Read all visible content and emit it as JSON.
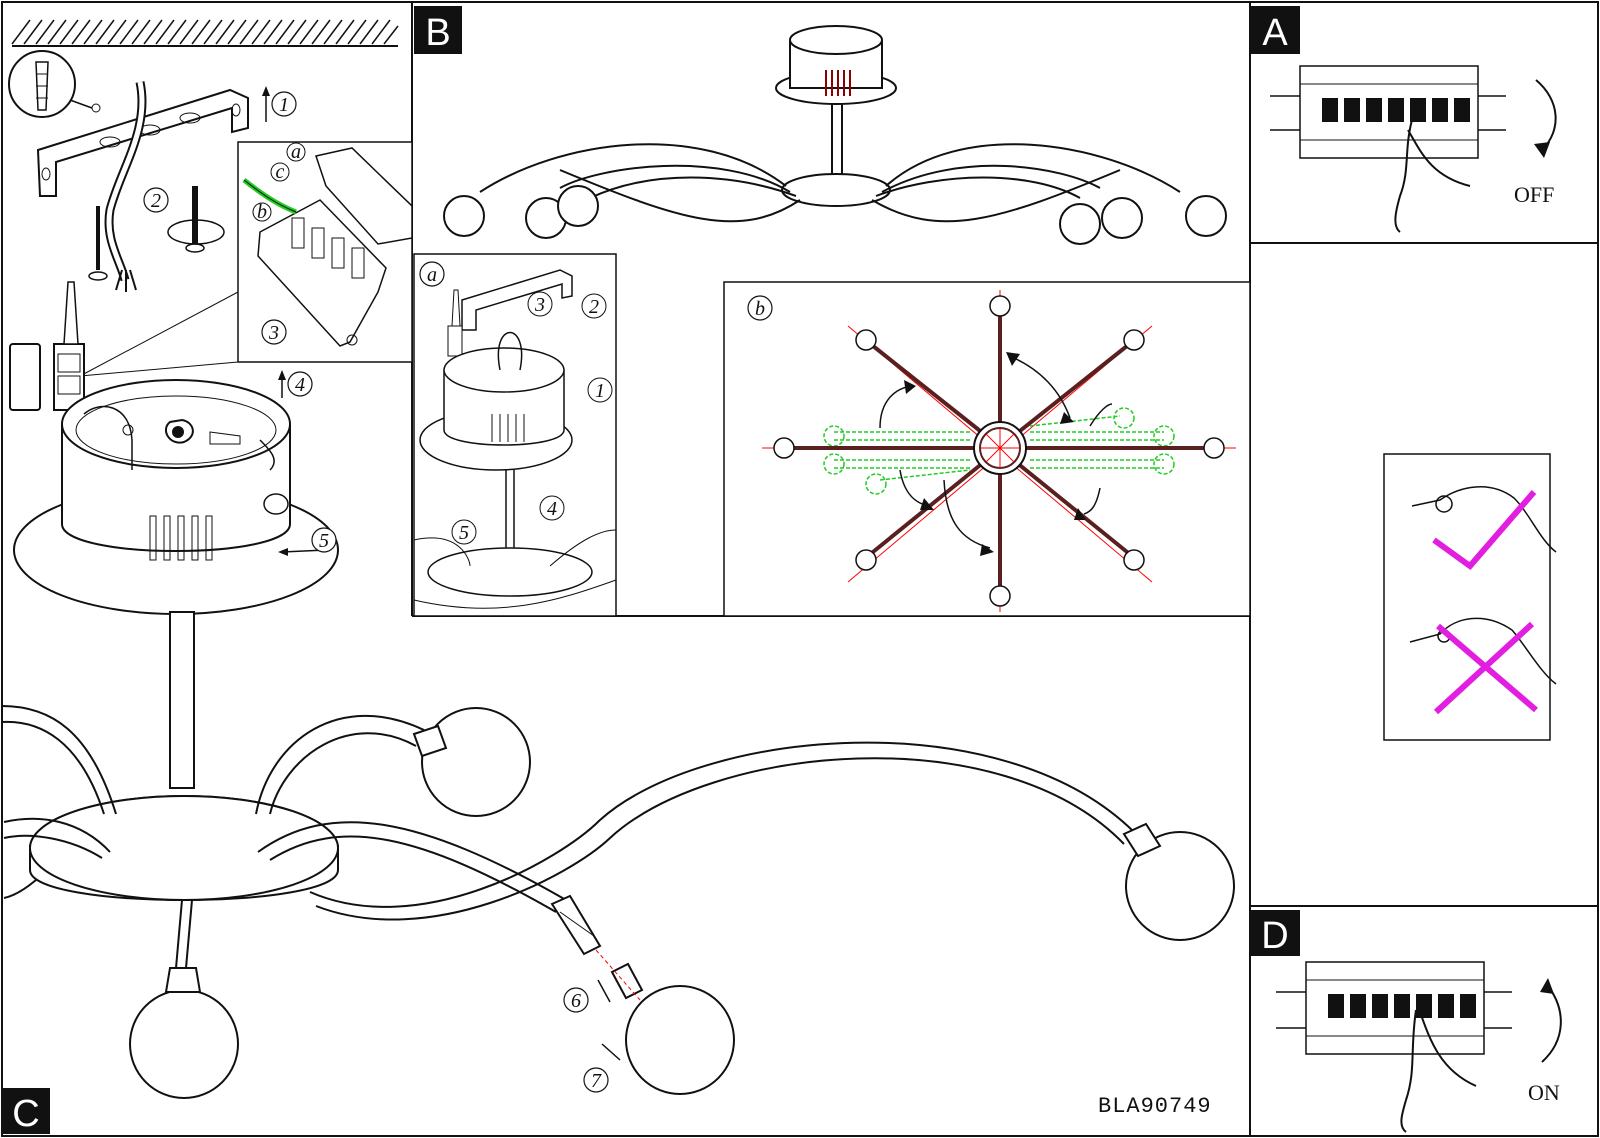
{
  "panels": {
    "A": {
      "badge": "A",
      "label": "OFF"
    },
    "B": {
      "badge": "B"
    },
    "C": {
      "badge": "C",
      "model_code": "BLA90749"
    },
    "D": {
      "badge": "D",
      "label": "ON"
    }
  },
  "insets": {
    "a": {
      "label": "a",
      "steps": [
        "1",
        "2",
        "3",
        "4",
        "5"
      ]
    },
    "b": {
      "label": "b"
    }
  },
  "steps": {
    "mount": [
      "1",
      "2",
      "3",
      "4",
      "5"
    ],
    "bulb": [
      "6",
      "7"
    ],
    "wiring_letters": [
      "a",
      "b",
      "c"
    ]
  },
  "colors": {
    "arm": "#5a2020",
    "axis": "#ff0000",
    "folded_arm": "#22cc22",
    "accent": "#e21ee0"
  },
  "icons": [
    "dowel-icon",
    "screw-icon",
    "breaker-icon",
    "hand-icon",
    "check-icon",
    "cross-icon"
  ]
}
